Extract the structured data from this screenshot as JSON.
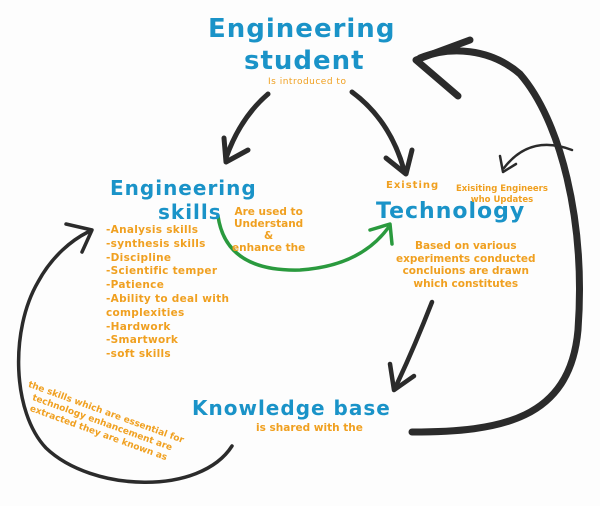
{
  "nodes": {
    "student": {
      "title_line1": "Engineering",
      "title_line2": "student",
      "caption": "Is introduced to"
    },
    "skills": {
      "title_line1": "Engineering",
      "title_line2": "skills",
      "items": [
        "-Analysis skills",
        "-synthesis skills",
        "-Discipline",
        "-Scientific temper",
        "-Patience",
        "-Ability to deal with",
        "complexities",
        "-Hardwork",
        "-Smartwork",
        "-soft skills"
      ]
    },
    "technology": {
      "prefix": "Existing",
      "title": "Technology"
    },
    "knowledge": {
      "title": "Knowledge base",
      "caption": "is shared with the"
    }
  },
  "edge_labels": {
    "skills_to_tech": [
      "Are used to",
      "Understand",
      "&",
      "enhance the"
    ],
    "engineers_update": [
      "Exisiting Engineers",
      "who Updates"
    ],
    "tech_to_knowledge": [
      "Based on various",
      "experiments conducted",
      "concluions are drawn",
      "which constitutes"
    ],
    "knowledge_to_skills": [
      "the skills which are essential for",
      "technology enhancement are",
      "extracted they are known as"
    ]
  },
  "colors": {
    "title_blue": "#1a93c8",
    "caption_orange": "#f0a020",
    "arrow_dark": "#2b2b2b",
    "arrow_green": "#2a9a3e"
  }
}
